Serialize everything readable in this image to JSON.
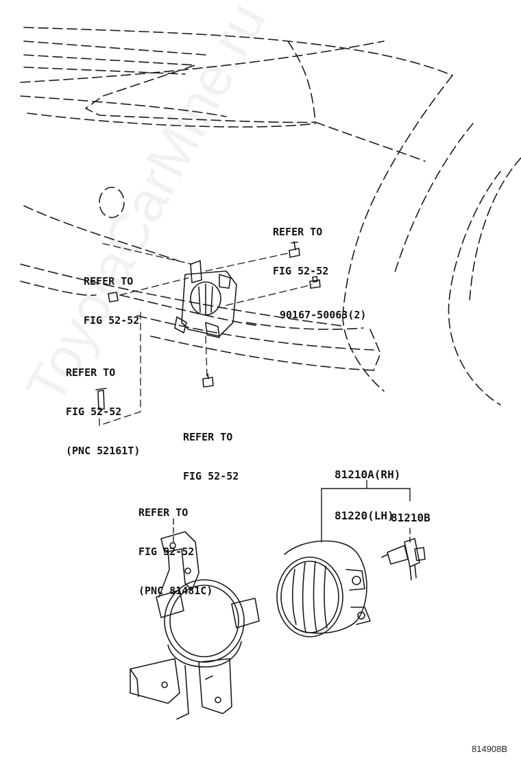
{
  "labels": {
    "refer_top_right": [
      "REFER TO",
      "FIG 52-52"
    ],
    "refer_top_left": [
      "REFER TO",
      "FIG 52-52"
    ],
    "part_bolt": "90167-50063(2)",
    "refer_pnc_52161": [
      "REFER TO",
      "FIG 52-52",
      "(PNC 52161T)"
    ],
    "refer_bottom_center": [
      "REFER TO",
      "FIG 52-52"
    ],
    "part_lamp": [
      "81210A(RH)",
      "81220(LH)"
    ],
    "part_bulb": "81210B",
    "refer_pnc_81481": [
      "REFER TO",
      "FIG 52-52",
      "(PNC 81481C)"
    ]
  },
  "diagram_code": "814908B",
  "watermark": "ToyotaCarMine.ru",
  "colors": {
    "line": "#1a1a1a",
    "text": "#111111"
  }
}
